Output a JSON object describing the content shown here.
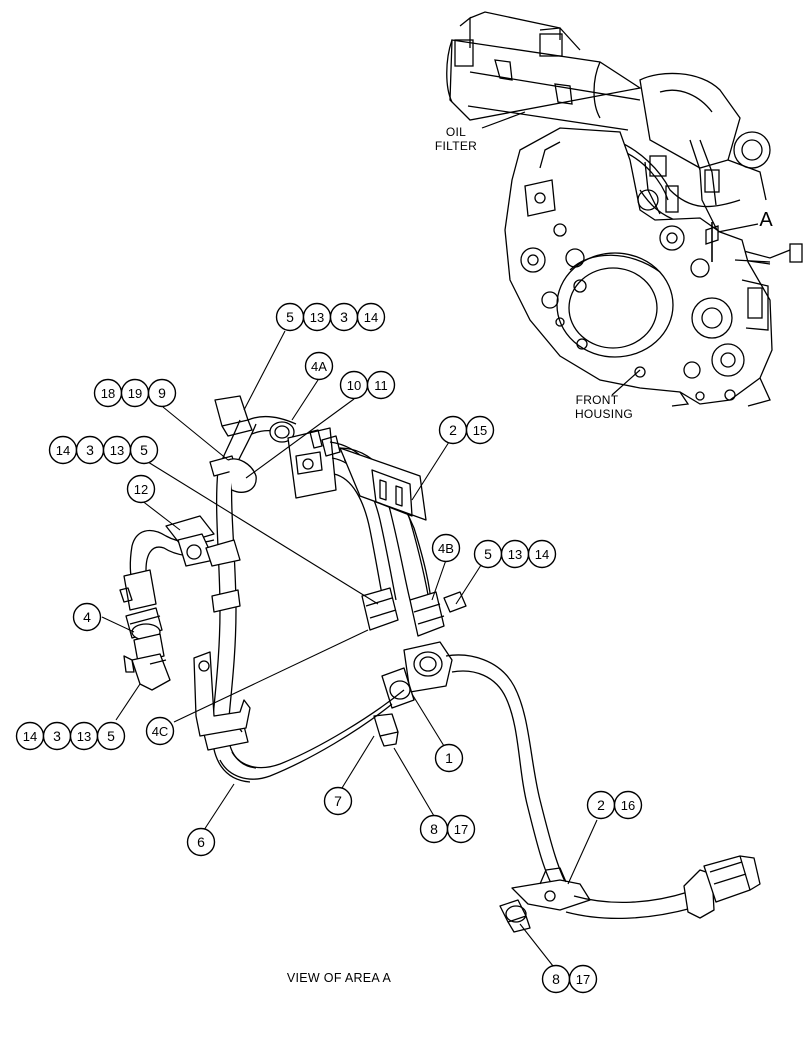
{
  "labels": {
    "oil_filter_line1": "OIL",
    "oil_filter_line2": "FILTER",
    "front_housing_line1": "FRONT",
    "front_housing_line2": "HOUSING",
    "area_letter": "A",
    "view_caption": "VIEW OF AREA A"
  },
  "callouts": [
    {
      "id": "c-5-13-3-14",
      "items": [
        "5",
        "13",
        "3",
        "14"
      ]
    },
    {
      "id": "c-4A",
      "items": [
        "4A"
      ]
    },
    {
      "id": "c-10-11",
      "items": [
        "10",
        "11"
      ]
    },
    {
      "id": "c-18-19-9",
      "items": [
        "18",
        "19",
        "9"
      ]
    },
    {
      "id": "c-2-15",
      "items": [
        "2",
        "15"
      ]
    },
    {
      "id": "c-14-3-13-5-top",
      "items": [
        "14",
        "3",
        "13",
        "5"
      ]
    },
    {
      "id": "c-12",
      "items": [
        "12"
      ]
    },
    {
      "id": "c-4B",
      "items": [
        "4B"
      ]
    },
    {
      "id": "c-5-13-14",
      "items": [
        "5",
        "13",
        "14"
      ]
    },
    {
      "id": "c-4",
      "items": [
        "4"
      ]
    },
    {
      "id": "c-14-3-13-5-bottom",
      "items": [
        "14",
        "3",
        "13",
        "5"
      ]
    },
    {
      "id": "c-4C",
      "items": [
        "4C"
      ]
    },
    {
      "id": "c-1",
      "items": [
        "1"
      ]
    },
    {
      "id": "c-7",
      "items": [
        "7"
      ]
    },
    {
      "id": "c-8-17-mid",
      "items": [
        "8",
        "17"
      ]
    },
    {
      "id": "c-6",
      "items": [
        "6"
      ]
    },
    {
      "id": "c-2-16",
      "items": [
        "2",
        "16"
      ]
    },
    {
      "id": "c-8-17-bottom",
      "items": [
        "8",
        "17"
      ]
    }
  ]
}
